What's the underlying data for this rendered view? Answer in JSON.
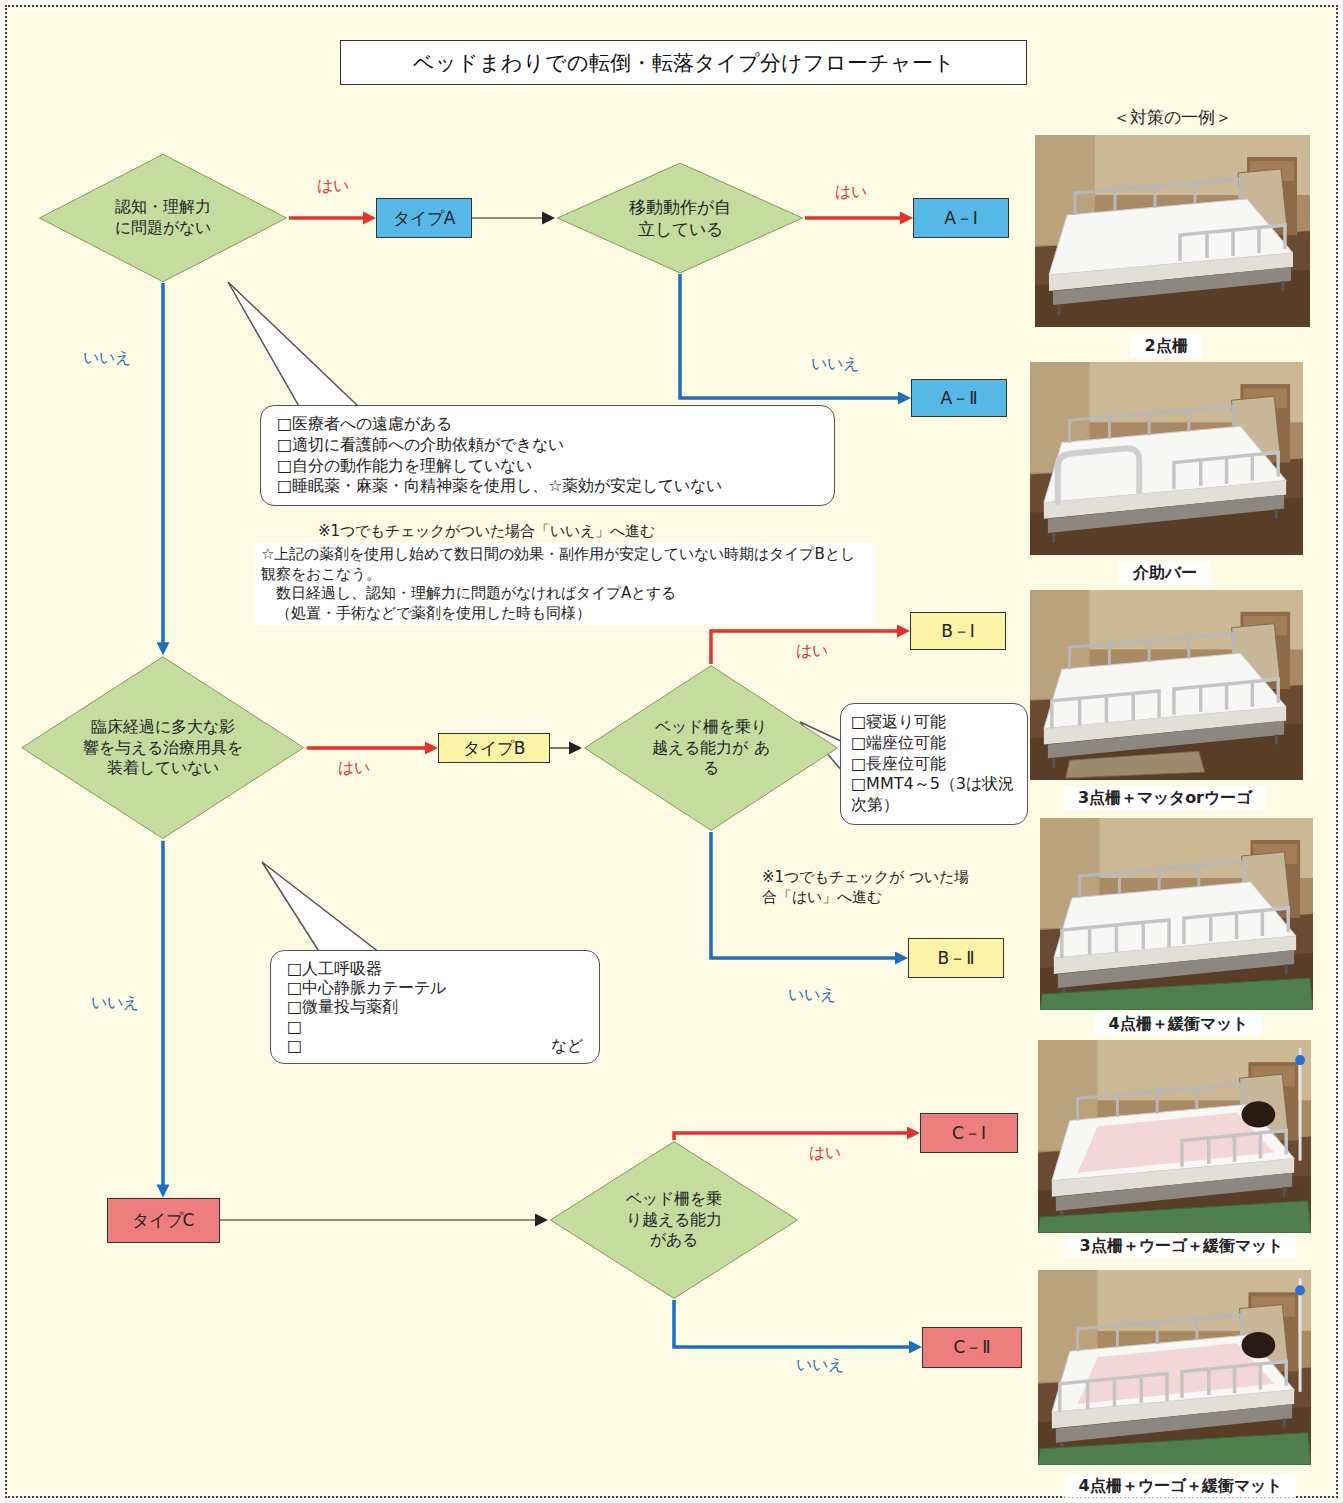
{
  "diagram": {
    "title": "ベッドまわりでの転倒・転落タイプ分けフローチャート",
    "nodes": [
      {
        "text": [
          "認知・理解力 に問題がない"
        ]
      },
      {
        "text": [
          "タイプA"
        ]
      },
      {
        "text": [
          "移動動作が自 立している"
        ]
      },
      {
        "text": [
          "A－Ⅰ"
        ]
      },
      {
        "text": [
          "A－Ⅱ"
        ]
      },
      {
        "text": [
          "□医療者への遠慮がある",
          "□適切に看護師への介助依頼ができない",
          "□自分の動作能力を理解していない",
          "□睡眠薬・麻薬・向精神薬を使用し、☆薬効が安定していない"
        ]
      },
      {
        "text": [
          "臨床経過に多大な影 響を与える治療用具を 装着していない"
        ]
      },
      {
        "text": [
          "タイプB"
        ]
      },
      {
        "text": [
          "ベッド柵を乗り 越える能力が ある"
        ]
      },
      {
        "text": [
          "B－Ⅰ"
        ]
      },
      {
        "text": [
          "□寝返り可能",
          "□端座位可能",
          "□長座位可能",
          "□MMT4～5（3は状況次第）"
        ]
      },
      {
        "text": [
          "B－Ⅱ"
        ]
      },
      {
        "text": [
          "□人工呼吸器",
          "□中心静脈カテーテル",
          "□微量投与薬剤",
          "□",
          "□",
          "など"
        ]
      },
      {
        "text": [
          "タイプC"
        ]
      },
      {
        "text": [
          "ベッド柵を乗 り越える能力 がある"
        ]
      },
      {
        "text": [
          "C－Ⅰ"
        ]
      },
      {
        "text": [
          "C－Ⅱ"
        ]
      }
    ],
    "edges": [
      {
        "from": 0,
        "to": 1,
        "arrow": "to",
        "label": "はい"
      },
      {
        "from": 1,
        "to": 2,
        "arrow": "to"
      },
      {
        "from": 2,
        "to": 3,
        "arrow": "to",
        "label": "はい"
      },
      {
        "from": 2,
        "to": 4,
        "arrow": "to",
        "label": "いいえ"
      },
      {
        "from": 0,
        "to": 6,
        "arrow": "to",
        "label": "いいえ"
      },
      {
        "from": 6,
        "to": 7,
        "arrow": "to",
        "label": "はい"
      },
      {
        "from": 7,
        "to": 8,
        "arrow": "to"
      },
      {
        "from": 8,
        "to": 9,
        "arrow": "to",
        "label": "はい"
      },
      {
        "from": 8,
        "to": 11,
        "arrow": "to",
        "label": "いいえ"
      },
      {
        "from": 6,
        "to": 13,
        "arrow": "to",
        "label": "いいえ"
      },
      {
        "from": 13,
        "to": 14,
        "arrow": "to"
      },
      {
        "from": 14,
        "to": 15,
        "arrow": "to",
        "label": "はい"
      },
      {
        "from": 14,
        "to": 16,
        "arrow": "to",
        "label": "いいえ"
      }
    ],
    "labels": [
      "※1つでもチェックがついた場合「いいえ」へ進む",
      "☆上記の薬剤を使用し始めて数日間の効果・副作用が安定していない時期はタイプBとし観察をおこなう。",
      "数日経過し、認知・理解力に問題がなければタイプAとする",
      "（処置・手術などで薬剤を使用した時も同様）",
      "※1つでもチェックが ついた場合「はい」へ進む",
      "＜対策の一例＞",
      "2点柵",
      "介助バー",
      "3点柵＋マッタorウーゴ",
      "4点柵＋緩衝マット",
      "3点柵＋ウーゴ＋緩衝マット",
      "4点柵＋ウーゴ＋緩衝マット"
    ]
  }
}
